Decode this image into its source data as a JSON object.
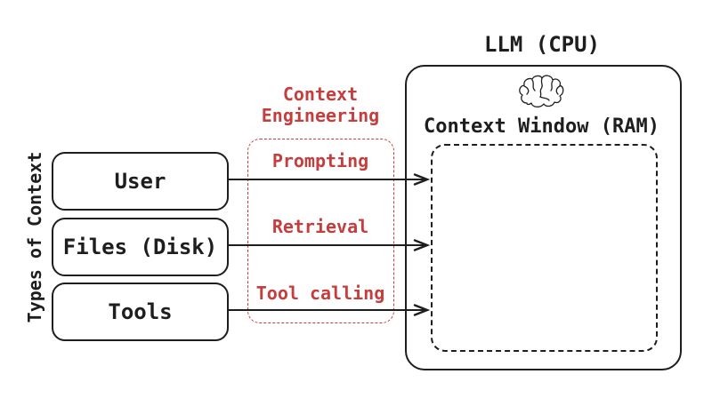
{
  "colors": {
    "ink": "#1e1e1e",
    "accent_red": "#c43e3e",
    "background": "#ffffff"
  },
  "axis_label": "Types of Context",
  "sources": [
    {
      "label": "User"
    },
    {
      "label": "Files (Disk)"
    },
    {
      "label": "Tools"
    }
  ],
  "context_engineering": {
    "title_lines": [
      "Context",
      "Engineering"
    ],
    "methods": [
      "Prompting",
      "Retrieval",
      "Tool calling"
    ]
  },
  "llm": {
    "title": "LLM (CPU)",
    "icon": "brain-icon",
    "context_window_label": "Context Window (RAM)"
  }
}
